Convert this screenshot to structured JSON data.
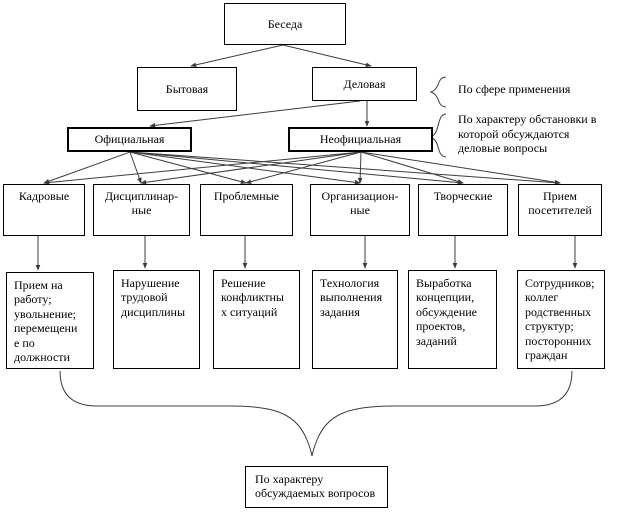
{
  "colors": {
    "line": "#3c3c3c",
    "box_border": "#000000",
    "background": "#ffffff",
    "text": "#000000"
  },
  "nodes": {
    "root": "Беседа",
    "level2": [
      "Бытовая",
      "Деловая"
    ],
    "level3": [
      "Официальная",
      "Неофициальная"
    ],
    "types": [
      "Кадровые",
      "Дисциплинар-\nные",
      "Проблемные",
      "Организацион-\nные",
      "Творческие",
      "Прием\nпосетителей"
    ],
    "details": [
      "Прием на\nработу;\nувольнение;\nперемещени\nе по\nдолжности",
      "Нарушение\nтрудовой\nдисциплины",
      "Решение\nконфликтны\nх ситуаций",
      "Технология\nвыполнения\nзадания",
      "Выработка\nконцепции,\nобсуждение\nпроектов,\nзаданий",
      "Сотрудников;\nколлег\nродственных\nструктур;\nпосторонних\nграждан"
    ]
  },
  "annotations": {
    "sphere": "По сфере применения",
    "setting": "По характеру обстановки в\nкоторой обсуждаются\nделовые вопросы",
    "topics": "По характеру\nобсуждаемых вопросов"
  }
}
